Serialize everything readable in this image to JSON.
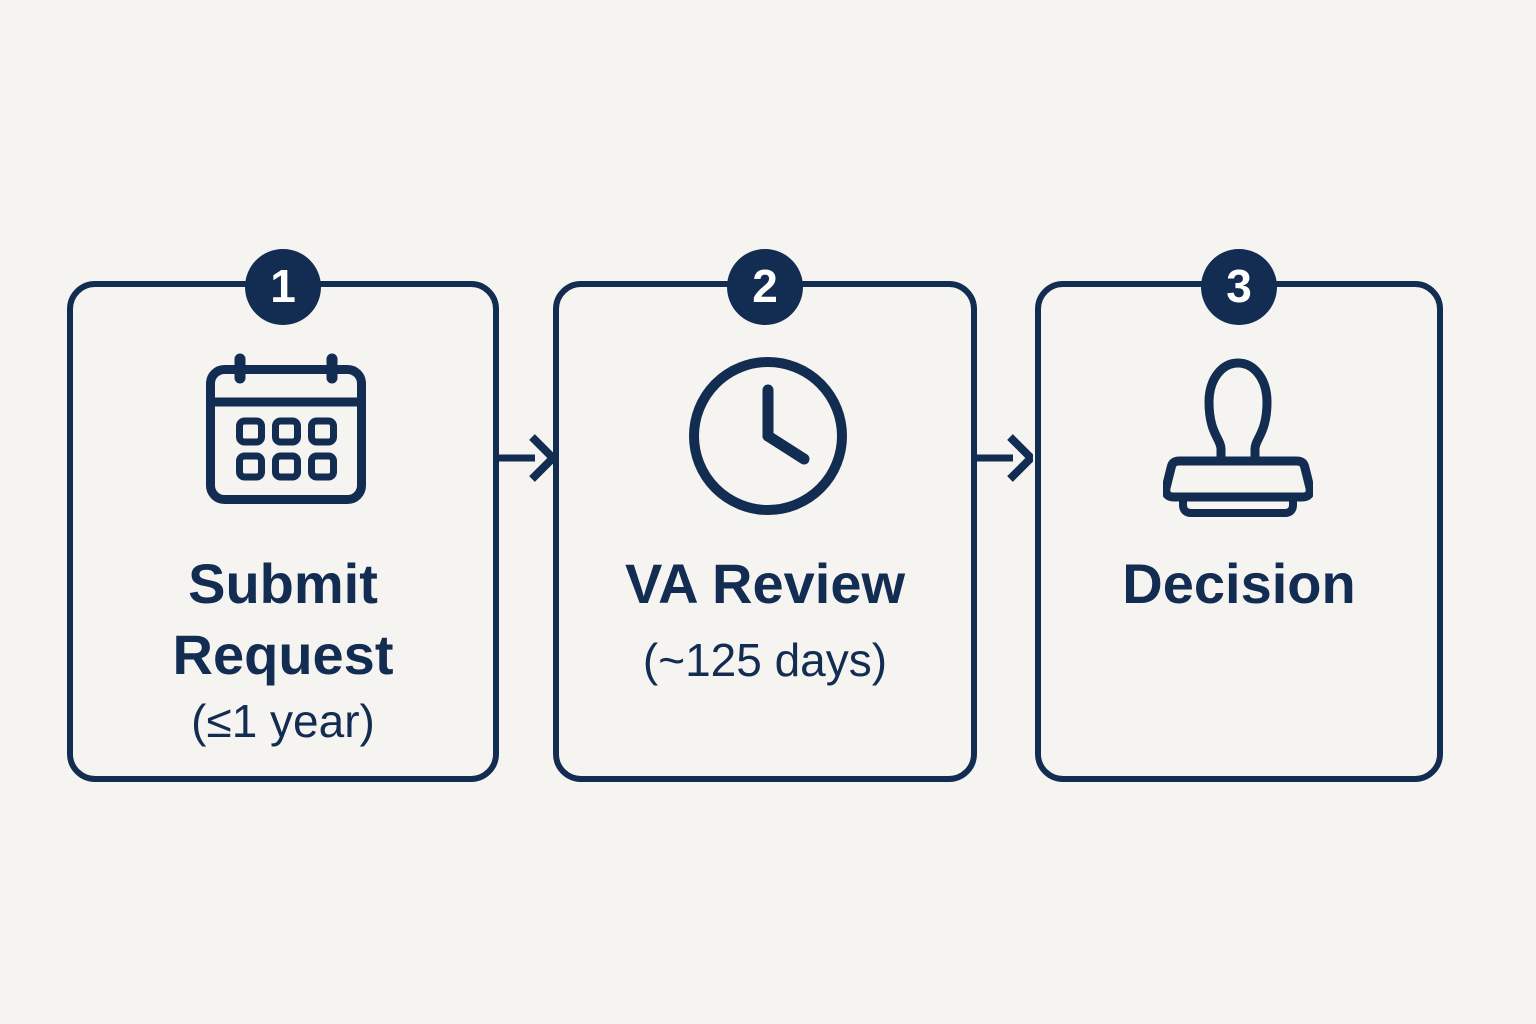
{
  "colors": {
    "accent_navy": "#122c52",
    "background": "#f6f4f1",
    "badge_text": "#ffffff"
  },
  "diagram": {
    "type": "process-flow",
    "direction": "left-to-right",
    "steps": [
      {
        "number": "1",
        "title": "Submit Request",
        "subtitle": "(≤1 year)",
        "icon": "calendar-icon"
      },
      {
        "number": "2",
        "title": "VA Review",
        "subtitle": "(~125 days)",
        "icon": "clock-icon"
      },
      {
        "number": "3",
        "title": "Decision",
        "subtitle": "",
        "icon": "stamp-icon"
      }
    ],
    "connectors": [
      {
        "from": "1",
        "to": "2",
        "style": "right-arrow"
      },
      {
        "from": "2",
        "to": "3",
        "style": "right-arrow"
      }
    ]
  }
}
